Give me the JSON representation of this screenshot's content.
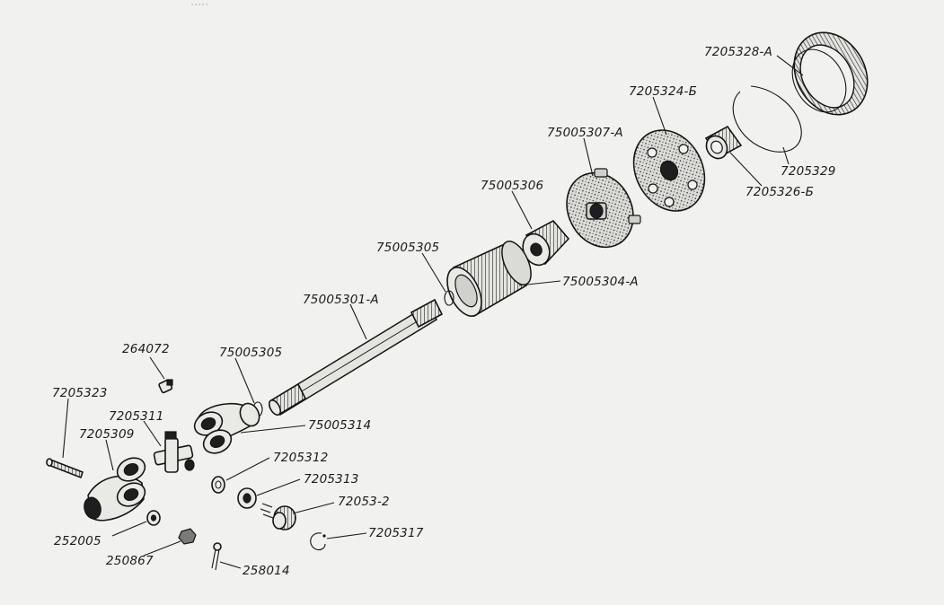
{
  "diagram": {
    "labels": {
      "p7205328A": "7205328-A",
      "p7205324B": "7205324-Б",
      "p75005307A": "75005307-A",
      "p7205329": "7205329",
      "p7205326B": "7205326-Б",
      "p75005306": "75005306",
      "p75005305_top": "75005305",
      "p75005304A": "75005304-A",
      "p75005301A": "75005301-A",
      "p264072": "264072",
      "p75005305_low": "75005305",
      "p7205323": "7205323",
      "p7205311": "7205311",
      "p75005314": "75005314",
      "p7205309": "7205309",
      "p7205312": "7205312",
      "p7205313": "7205313",
      "p72053_2": "72053-2",
      "p7205317": "7205317",
      "p252005": "252005",
      "p250867": "250867",
      "p258014": "258014"
    }
  }
}
